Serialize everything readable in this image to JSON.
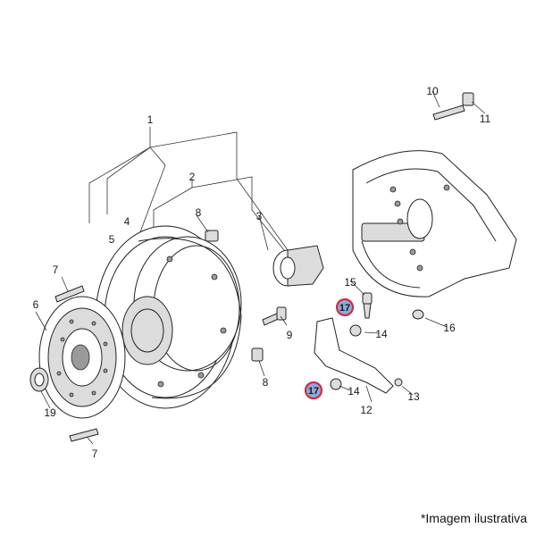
{
  "diagram": {
    "callouts": {
      "c1": "1",
      "c2": "2",
      "c3": "3",
      "c4": "4",
      "c5": "5",
      "c6": "6",
      "c7a": "7",
      "c7b": "7",
      "c8a": "8",
      "c8b": "8",
      "c9": "9",
      "c10": "10",
      "c11": "11",
      "c12": "12",
      "c13": "13",
      "c14a": "14",
      "c14b": "14",
      "c15": "15",
      "c16": "16",
      "c17a": "17",
      "c17b": "17",
      "c19": "19"
    },
    "highlight_color": "#d0223a",
    "highlight_fill": "#8fa8d8"
  },
  "caption": "*Imagem ilustrativa"
}
